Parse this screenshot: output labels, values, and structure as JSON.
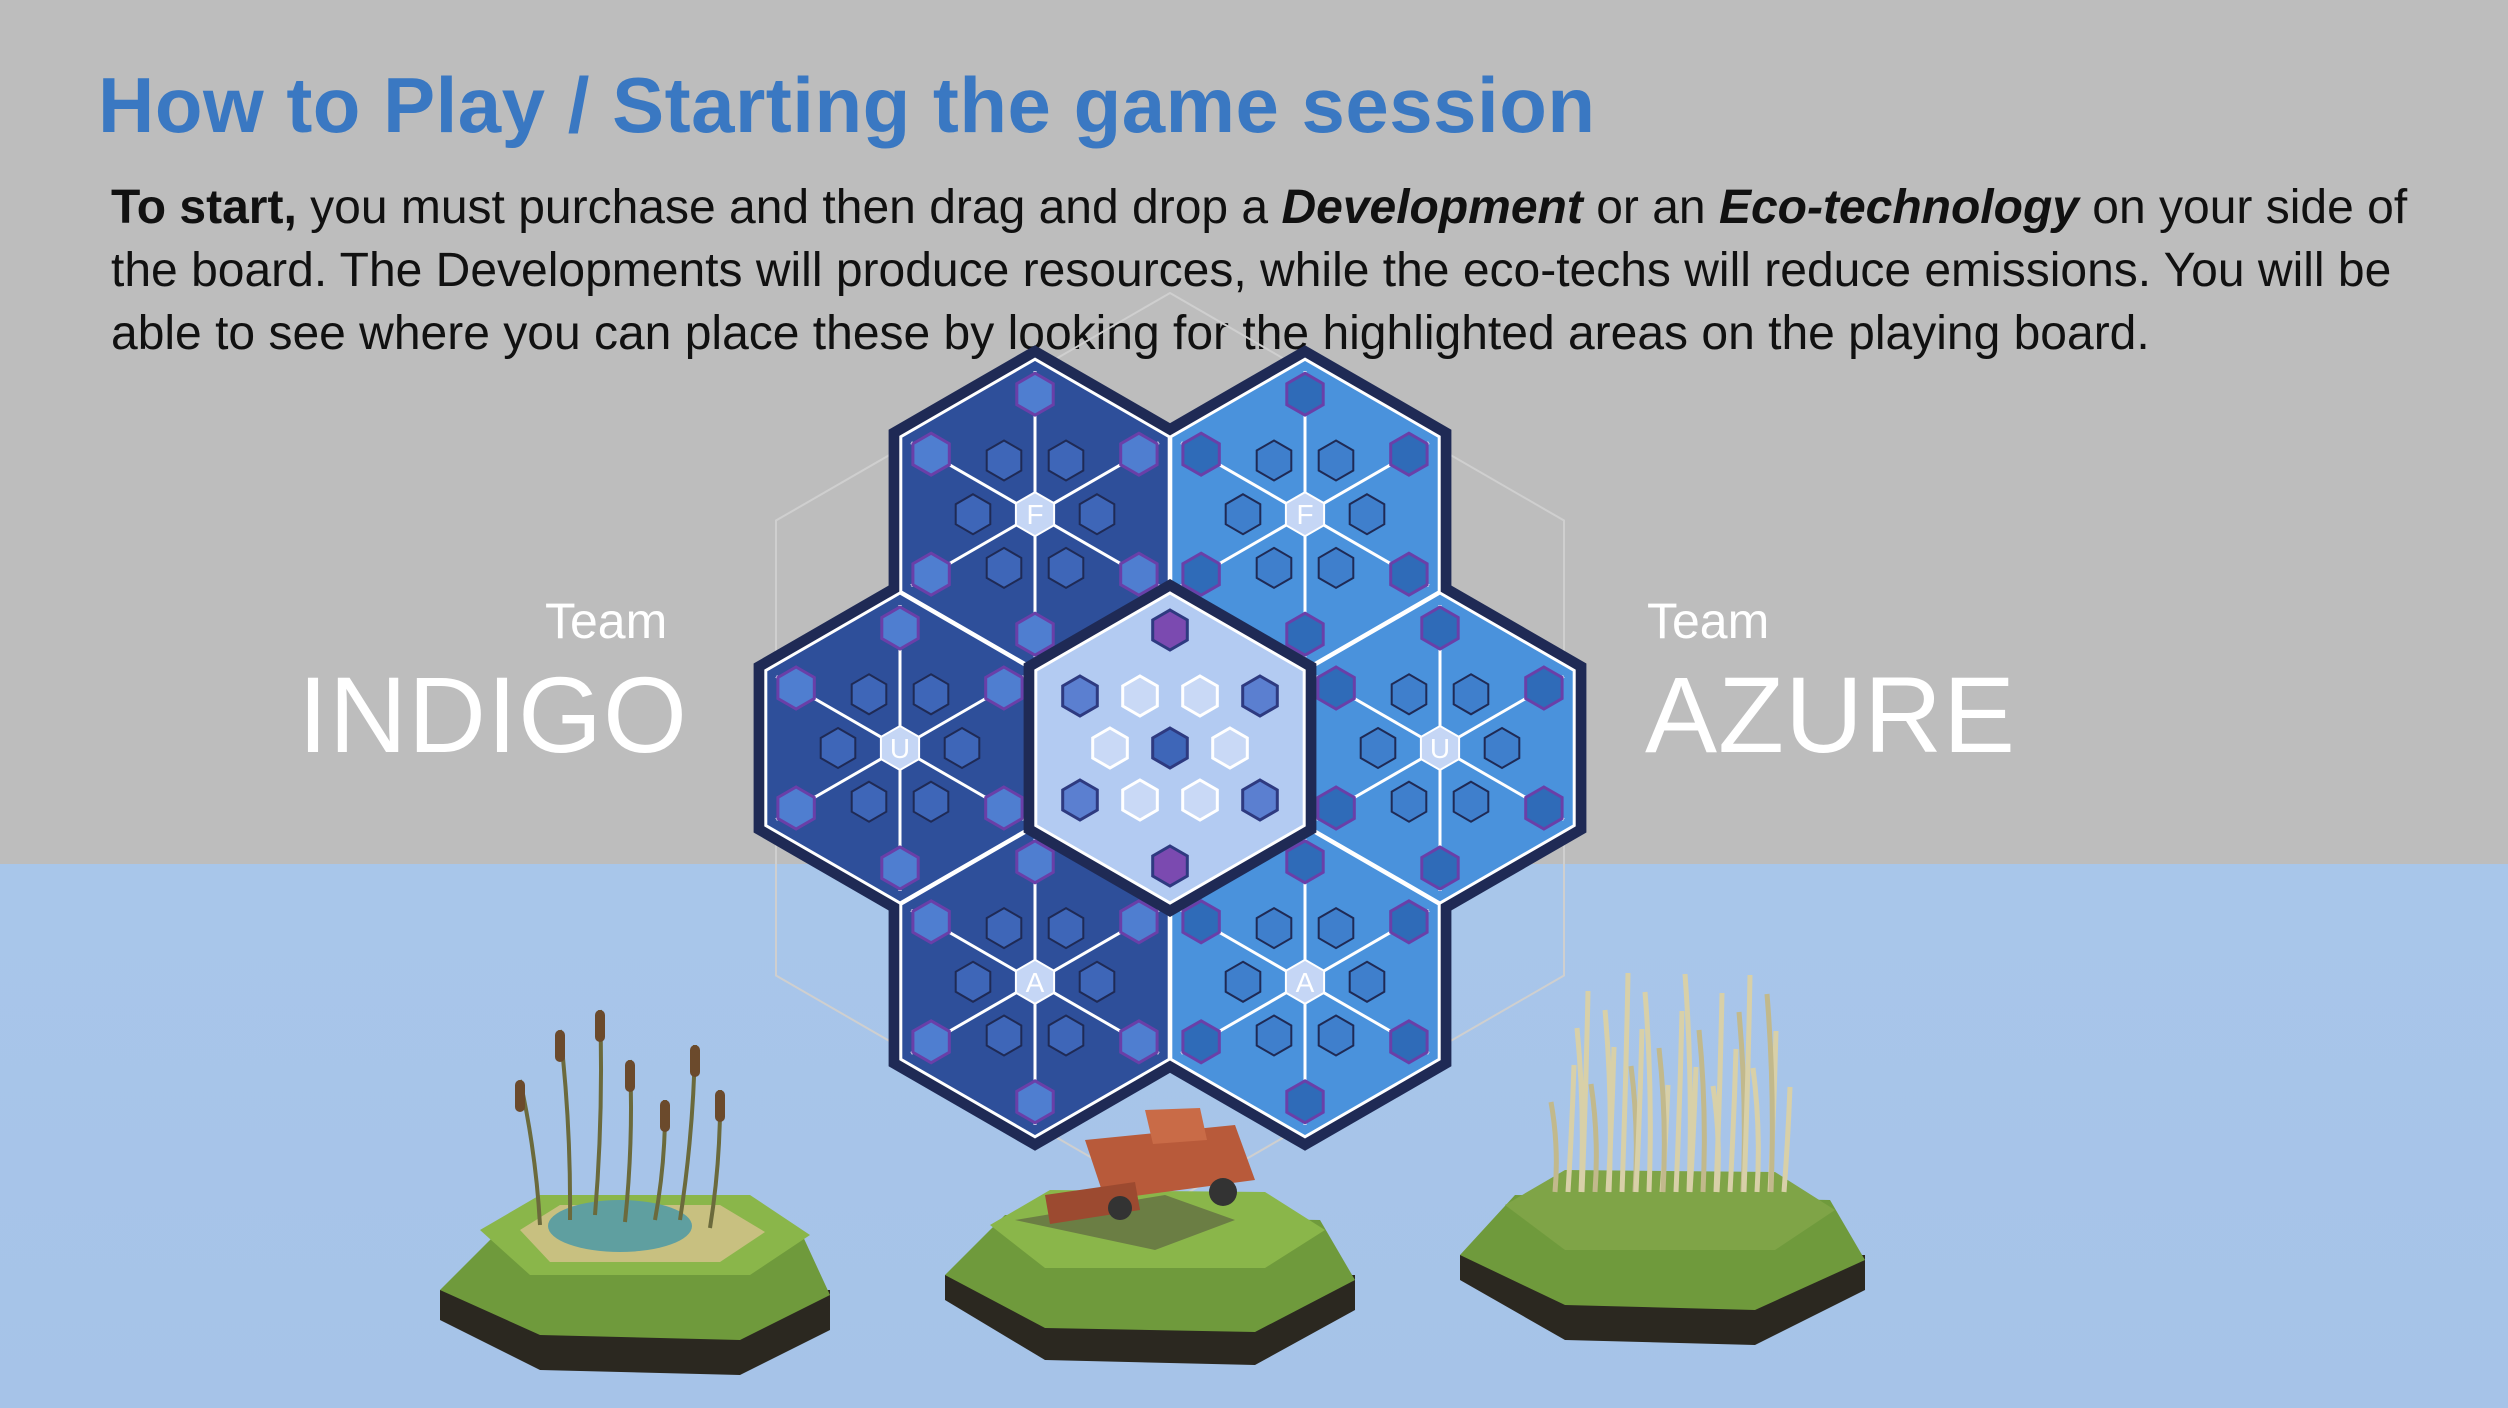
{
  "title": "How to Play / Starting the game session",
  "instructions": {
    "lead": "To start,",
    "part1": " you must purchase and then drag and drop a ",
    "term1": "Development",
    "part2": " or an ",
    "term2": "Eco-technology",
    "part3": "  on your side of the board. The Developments will produce resources, while the eco-techs will reduce emissions. You will be able to see where you can place these by looking for the highlighted areas on the playing board."
  },
  "teams": {
    "left": {
      "label": "Team",
      "name": "INDIGO",
      "color": "#2e4f9a"
    },
    "right": {
      "label": "Team",
      "name": "AZURE",
      "color": "#4a92dc"
    }
  },
  "board": {
    "zones": [
      {
        "letter": "F",
        "team": "indigo"
      },
      {
        "letter": "F",
        "team": "azure"
      },
      {
        "letter": "U",
        "team": "indigo"
      },
      {
        "letter": "U",
        "team": "azure"
      },
      {
        "letter": "A",
        "team": "indigo"
      },
      {
        "letter": "A",
        "team": "azure"
      }
    ],
    "center_color": "#b3cbf2",
    "outline_color": "#1f2a55"
  },
  "tiles": [
    {
      "name": "wetland-cattail-tile"
    },
    {
      "name": "harvester-farm-tile"
    },
    {
      "name": "reed-grass-tile"
    }
  ]
}
